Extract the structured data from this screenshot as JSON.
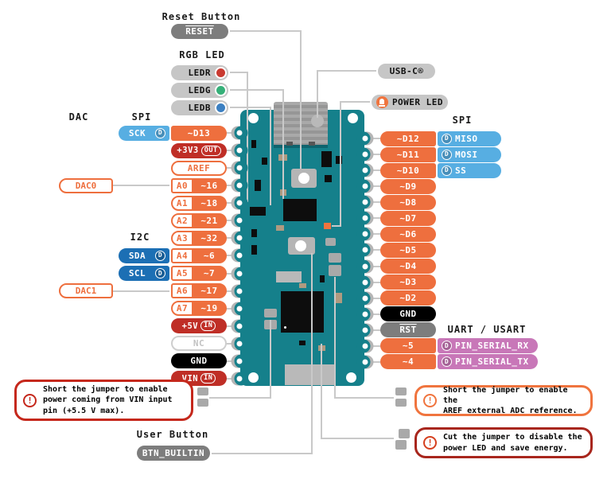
{
  "title": "Arduino Nano board pinout diagram",
  "colors": {
    "orange": "#ee6f3e",
    "dark_red": "#bf2e26",
    "light_blue": "#57aee2",
    "dark_blue": "#1c6fb4",
    "pink": "#c877b8",
    "board_teal": "#15808b",
    "pill_gray_light": "#c6c6c6",
    "pill_gray_dark": "#7d7d7d",
    "line_gray": "#c9c9c9",
    "pad_gray": "#a9a9a9",
    "led_red": "#c93a31",
    "led_green": "#36b079",
    "led_blue": "#3c80c2",
    "callout_red": "#c5281c",
    "callout_orange": "#f0743e",
    "callout_dark_red": "#a8261d",
    "callout_icon_red_orange": "#d5401f"
  },
  "annotations": {
    "reset_title": "Reset Button",
    "reset_pill": "RESET",
    "rgb_title": "RGB LED",
    "rgb_leds": [
      {
        "label": "LEDR",
        "color": "#c93a31"
      },
      {
        "label": "LEDG",
        "color": "#36b079"
      },
      {
        "label": "LEDB",
        "color": "#3c80c2"
      }
    ],
    "usb_pill": "USB-C®",
    "power_led_pill": "POWER LED",
    "user_button_title": "User Button",
    "user_button_pill": "BTN_BUILTIN"
  },
  "group_headers": {
    "dac": "DAC",
    "spi_left": "SPI",
    "i2c": "I2C",
    "spi_right": "SPI",
    "uart": "UART / USART"
  },
  "left_pins": [
    {
      "fn": {
        "label": "SCK",
        "color": "light_blue",
        "d": true
      },
      "pin": {
        "kind": "digital",
        "label": "~D13",
        "flat": "left"
      }
    },
    {
      "pin": {
        "kind": "power",
        "label": "+3V3",
        "badge": "OUT"
      }
    },
    {
      "pin": {
        "kind": "outline",
        "label": "AREF"
      }
    },
    {
      "link": {
        "label": "DAC0"
      },
      "pin": {
        "kind": "analog",
        "name": "A0",
        "label": "~16",
        "flat": "left"
      }
    },
    {
      "pin": {
        "kind": "analog",
        "name": "A1",
        "label": "~18"
      }
    },
    {
      "pin": {
        "kind": "analog",
        "name": "A2",
        "label": "~21"
      }
    },
    {
      "pin": {
        "kind": "analog",
        "name": "A3",
        "label": "~32"
      }
    },
    {
      "fn": {
        "label": "SDA",
        "color": "dark_blue",
        "d": true
      },
      "pin": {
        "kind": "analog",
        "name": "A4",
        "label": "~6",
        "flat": "left"
      }
    },
    {
      "fn": {
        "label": "SCL",
        "color": "dark_blue",
        "d": true
      },
      "pin": {
        "kind": "analog",
        "name": "A5",
        "label": "~7",
        "flat": "left"
      }
    },
    {
      "link": {
        "label": "DAC1"
      },
      "pin": {
        "kind": "analog",
        "name": "A6",
        "label": "~17",
        "flat": "left"
      }
    },
    {
      "pin": {
        "kind": "analog",
        "name": "A7",
        "label": "~19"
      }
    },
    {
      "pin": {
        "kind": "power",
        "label": "+5V",
        "badge": "IN"
      }
    },
    {
      "pin": {
        "kind": "nc",
        "label": "NC"
      }
    },
    {
      "pin": {
        "kind": "gnd",
        "label": "GND"
      }
    },
    {
      "pin": {
        "kind": "power",
        "label": "VIN",
        "badge": "IN"
      }
    }
  ],
  "right_pins": [
    {
      "pin": {
        "kind": "digital",
        "label": "~D12",
        "flat": "right"
      },
      "fn": {
        "label": "MISO",
        "color": "light_blue",
        "d": true
      }
    },
    {
      "pin": {
        "kind": "digital",
        "label": "~D11",
        "flat": "right"
      },
      "fn": {
        "label": "MOSI",
        "color": "light_blue",
        "d": true
      }
    },
    {
      "pin": {
        "kind": "digital",
        "label": "~D10",
        "flat": "right"
      },
      "fn": {
        "label": "SS",
        "color": "light_blue",
        "d": true
      }
    },
    {
      "pin": {
        "kind": "digital",
        "label": "~D9"
      }
    },
    {
      "pin": {
        "kind": "digital",
        "label": "~D8"
      }
    },
    {
      "pin": {
        "kind": "digital",
        "label": "~D7"
      }
    },
    {
      "pin": {
        "kind": "digital",
        "label": "~D6"
      }
    },
    {
      "pin": {
        "kind": "digital",
        "label": "~D5"
      }
    },
    {
      "pin": {
        "kind": "digital",
        "label": "~D4"
      }
    },
    {
      "pin": {
        "kind": "digital",
        "label": "~D3"
      }
    },
    {
      "pin": {
        "kind": "digital",
        "label": "~D2"
      }
    },
    {
      "pin": {
        "kind": "gnd",
        "label": "GND"
      }
    },
    {
      "pin": {
        "kind": "rst",
        "label": "RST"
      }
    },
    {
      "pin": {
        "kind": "digital",
        "label": "~5",
        "flat": "right"
      },
      "fn": {
        "label": "PIN_SERIAL_RX",
        "color": "pink",
        "d": true,
        "wide": true
      }
    },
    {
      "pin": {
        "kind": "digital",
        "label": "~4",
        "flat": "right"
      },
      "fn": {
        "label": "PIN_SERIAL_TX",
        "color": "pink",
        "d": true,
        "wide": true
      }
    }
  ],
  "callouts": [
    {
      "lines": [
        "Short the jumper to enable",
        "power coming from VIN input",
        "pin (+5.5 V max)."
      ],
      "border": "#c5281c",
      "icon": "#c5281c"
    },
    {
      "lines": [
        "Short the jumper to enable the",
        "AREF external ADC reference."
      ],
      "border": "#f0743e",
      "icon": "#f0743e"
    },
    {
      "lines": [
        "Cut the jumper to disable the",
        "power LED and save energy."
      ],
      "border": "#a8261d",
      "icon": "#d5401f"
    }
  ]
}
